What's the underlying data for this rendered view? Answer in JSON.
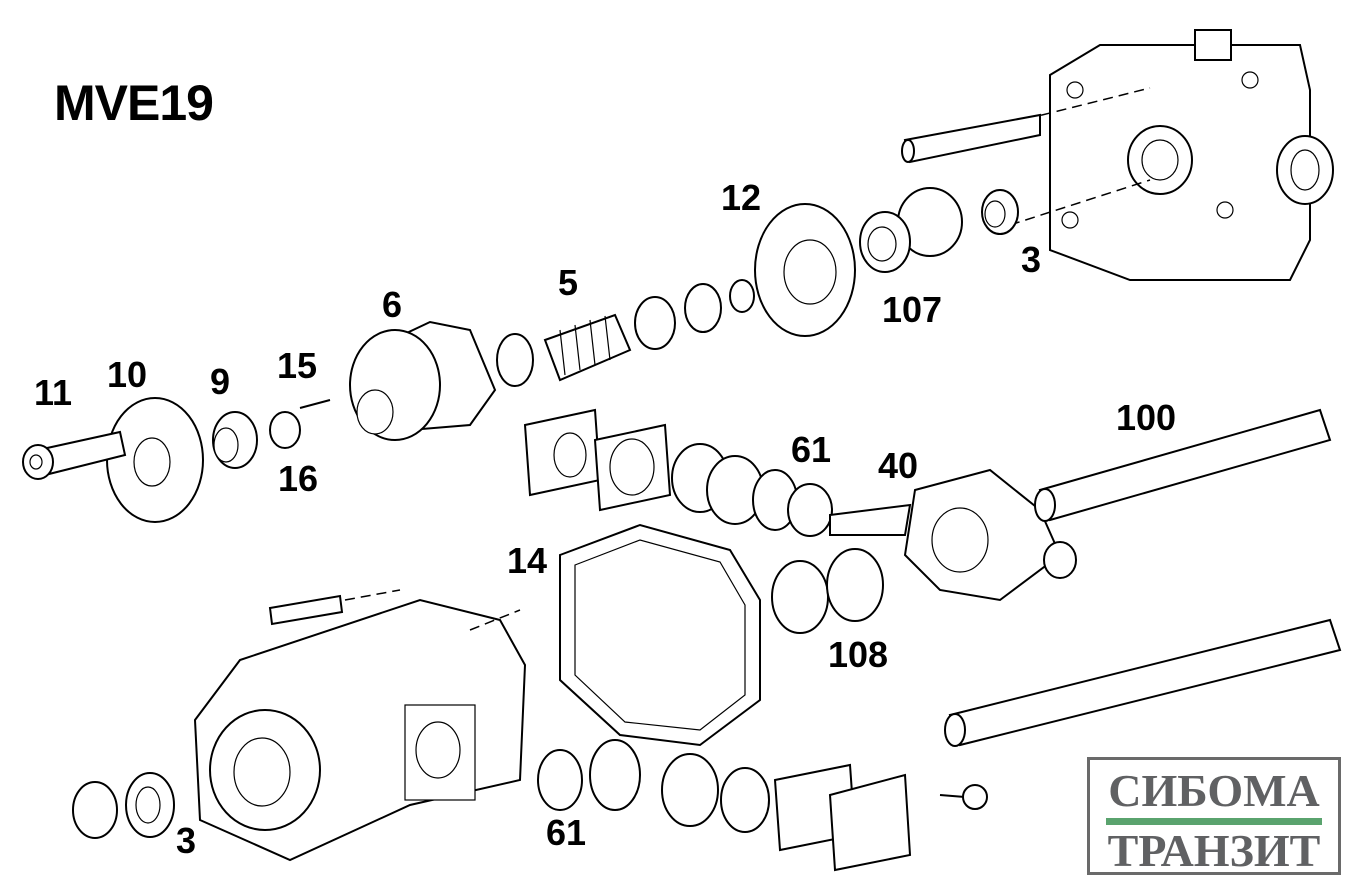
{
  "title": "MVE19",
  "part_labels": {
    "p11": "11",
    "p10": "10",
    "p9": "9",
    "p15": "15",
    "p16": "16",
    "p6": "6",
    "p5": "5",
    "p12": "12",
    "p107": "107",
    "p3_top": "3",
    "p100": "100",
    "p61_mid": "61",
    "p40": "40",
    "p14": "14",
    "p108": "108",
    "p3_bottom": "3",
    "p61_bottom": "61"
  },
  "logo": {
    "line1": "СИБОМА",
    "line2": "ТРАНЗИТ",
    "accent": "#5aa36e"
  }
}
